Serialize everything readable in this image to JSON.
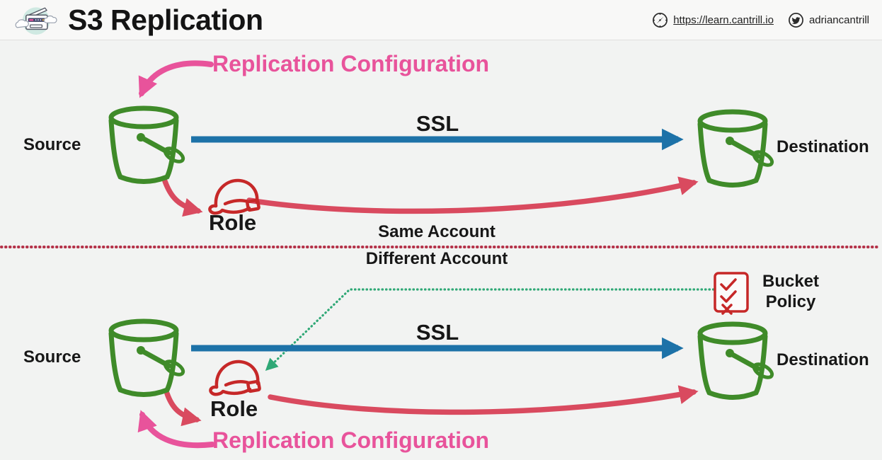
{
  "header": {
    "title": "S3 Replication",
    "website_label": "https://learn.cantrill.io",
    "twitter_label": "adriancantrill"
  },
  "divider": {
    "above_label": "Same Account",
    "below_label": "Different Account"
  },
  "same_account": {
    "replication_config_label": "Replication Configuration",
    "source_label": "Source",
    "destination_label": "Destination",
    "ssl_label": "SSL",
    "role_label": "Role"
  },
  "different_account": {
    "replication_config_label": "Replication Configuration",
    "source_label": "Source",
    "destination_label": "Destination",
    "ssl_label": "SSL",
    "role_label": "Role",
    "bucket_policy_label": "Bucket Policy"
  },
  "icons": {
    "logo": "printer-scanner-icon",
    "website": "compass-icon",
    "twitter": "twitter-bird-icon",
    "source": "s3-bucket-icon",
    "destination": "s3-bucket-icon",
    "role": "hard-hat-icon",
    "bucket_policy": "checklist-icon"
  },
  "colors": {
    "pink": "#e8539b",
    "blue": "#1d72a8",
    "rose": "#d94a5f",
    "red": "#c62828",
    "green": "#3f8b29",
    "teal": "#2fa876",
    "divider_red": "#b43148"
  }
}
